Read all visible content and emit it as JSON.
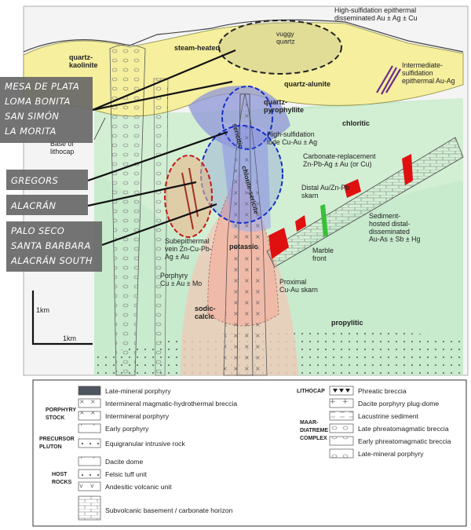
{
  "zones": {
    "steam_heated": "steam-heated",
    "quartz_kaolinite": "quartz-\nkaolinite",
    "vuggy_quartz": "vuggy\nquartz",
    "quartz_alunite": "quartz-alunite",
    "quartz_pyrophyllite": "quartz-\npyrophyllite",
    "chloritic": "chloritic",
    "sericitic": "sericitic",
    "chlorite_sericite": "chlorite-sericite",
    "potassic": "potassic",
    "sodic_calcic": "sodic-\ncalcic",
    "propylitic": "propylitic"
  },
  "deposits": {
    "hs_epithermal": "High-sulfidation epithermal\ndisseminated Au ± Ag ± Cu",
    "is_epithermal": "Intermediate-\nsulfidation\nepithermal Au-Ag",
    "hs_lode": "High-sulfidation\nlode Cu-Au ± Ag",
    "carbonate_replacement": "Carbonate-replacement\nZn-Pb-Ag ± Au (or Cu)",
    "distal_skarn": "Distal Au/Zn-Pb\nskarn",
    "sediment_hosted": "Sediment-\nhosted distal-\ndisseminated\nAu-As ± Sb ± Hg",
    "marble_front": "Marble\nfront",
    "subepithermal_vein": "Subepithermal\nvein Zn-Cu-Pb-\nAg ± Au",
    "porphyry": "Porphyry\nCu ± Au ± Mo",
    "proximal_skarn": "Proximal\nCu-Au skarn",
    "base_lithocap": "Base of\nlithocap"
  },
  "scale": {
    "vertical": "1km",
    "horizontal": "1km"
  },
  "tags": [
    {
      "lines": [
        "MESA DE PLATA",
        "LOMA BONITA",
        "SAN SIMÓN",
        "LA MORITA"
      ]
    },
    {
      "lines": [
        "GREGORS"
      ]
    },
    {
      "lines": [
        "ALACRÁN"
      ]
    },
    {
      "lines": [
        "PALO SECO",
        "SANTA BARBARA",
        "ALACRÁN SOUTH"
      ]
    }
  ],
  "legend": {
    "groups": {
      "porphyry_stock": "PORPHYRY\nSTOCK",
      "precursor_pluton": "PRECURSOR\nPLUTON",
      "host_rocks": "HOST\nROCKS",
      "lithocap": "LITHOCAP",
      "maar_diatreme": "MAAR-\nDIATREME\nCOMPLEX"
    },
    "left": [
      "Late-mineral porphyry",
      "Intermineral magmatic-hydrothermal breccia",
      "Intermineral porphyry",
      "Early porphyry",
      "Equigranular intrusive rock",
      "Dacite dome",
      "Felsic tuff unit",
      "Andesitic volcanic unit",
      "Subvolcanic basement / carbonate horizon"
    ],
    "right": [
      "Phreatic breccia",
      "Dacite porphyry plug-dome",
      "Lacustrine sediment",
      "Late phreatomagmatic breccia",
      "Early phreatomagmatic breccia",
      "Late-mineral porphyry"
    ]
  },
  "colors": {
    "lithocap_yellow": "#f5ef9e",
    "potassic_pink": "#f2c4b4",
    "sericitic_blue": "#8f96d8",
    "chloritic_green": "#d2efd4",
    "propylitic_green": "#bfe8c5",
    "dashed_black_ellipse": "#222222",
    "dashed_blue_ellipse": "#1530c8",
    "dashed_red_ellipse": "#c01818",
    "tag_background": "#676767",
    "ore_red": "#e01010",
    "vein_purple": "#6a2a8a"
  }
}
